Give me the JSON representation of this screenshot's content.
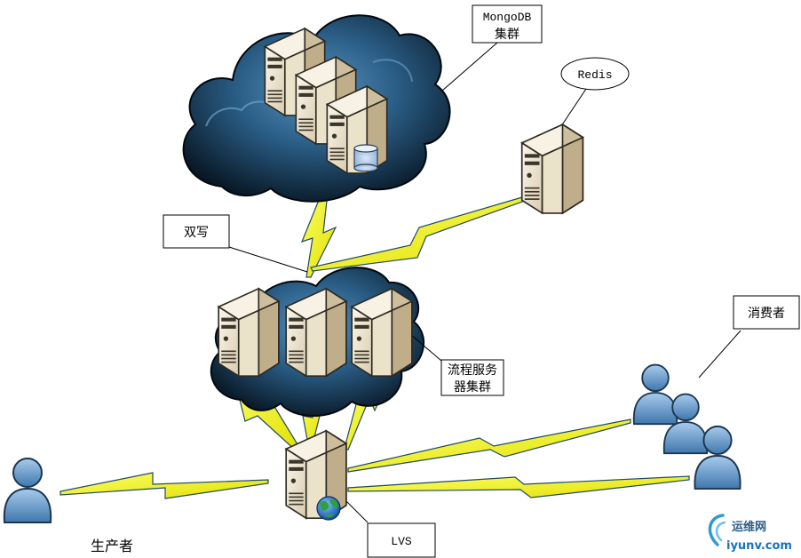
{
  "labels": {
    "mongodb_line1": "MongoDB",
    "mongodb_line2": "集群",
    "redis": "Redis",
    "double_write": "双写",
    "process_line1": "流程服务",
    "process_line2": "器集群",
    "consumer": "消费者",
    "lvs": "LVS",
    "producer": "生产者"
  },
  "watermark": {
    "top": "运维网",
    "bottom": "iyunv.com"
  },
  "colors": {
    "lightning_fill": "#f4f414",
    "lightning_stroke": "#1f4a66",
    "cloud_dark": "#0b1a27",
    "cloud_light": "#4a84b0",
    "server_body": "#eee6d2",
    "person_fill": "#6c9fd0"
  }
}
